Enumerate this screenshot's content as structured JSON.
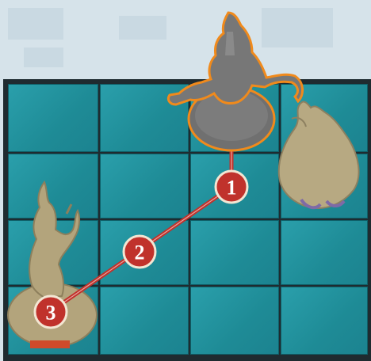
{
  "board": {
    "columns": 4,
    "rows": 4
  },
  "figures": [
    {
      "name": "active-hero-miniature",
      "color": "#6f6f6f",
      "highlight": "#f08a1c"
    },
    {
      "name": "monster-miniature-right",
      "color": "#b9ab84"
    },
    {
      "name": "monster-miniature-left",
      "color": "#b9ab84"
    }
  ],
  "path_markers": [
    {
      "label": "1"
    },
    {
      "label": "2"
    },
    {
      "label": "3"
    }
  ],
  "colors": {
    "grid_cell": "#23949f",
    "grid_line": "#dbe9ee",
    "path_line": "#c2302b",
    "marker_fill": "#c0322c",
    "marker_border": "#f3e6d3"
  }
}
